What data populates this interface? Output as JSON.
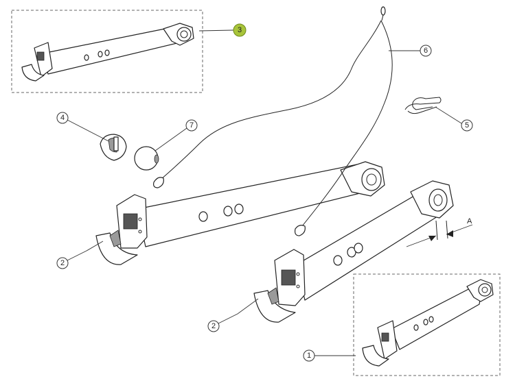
{
  "diagram": {
    "callouts": [
      {
        "id": "c1",
        "label": "1",
        "highlight": false
      },
      {
        "id": "c2a",
        "label": "2",
        "highlight": false
      },
      {
        "id": "c2b",
        "label": "2",
        "highlight": false
      },
      {
        "id": "c3",
        "label": "3",
        "highlight": true
      },
      {
        "id": "c4",
        "label": "4",
        "highlight": false
      },
      {
        "id": "c5",
        "label": "5",
        "highlight": false
      },
      {
        "id": "c6",
        "label": "6",
        "highlight": false
      },
      {
        "id": "c7",
        "label": "7",
        "highlight": false
      }
    ],
    "dimension_label": "A",
    "colors": {
      "highlight": "#a8c43a",
      "line": "#222222",
      "background": "#ffffff"
    }
  }
}
